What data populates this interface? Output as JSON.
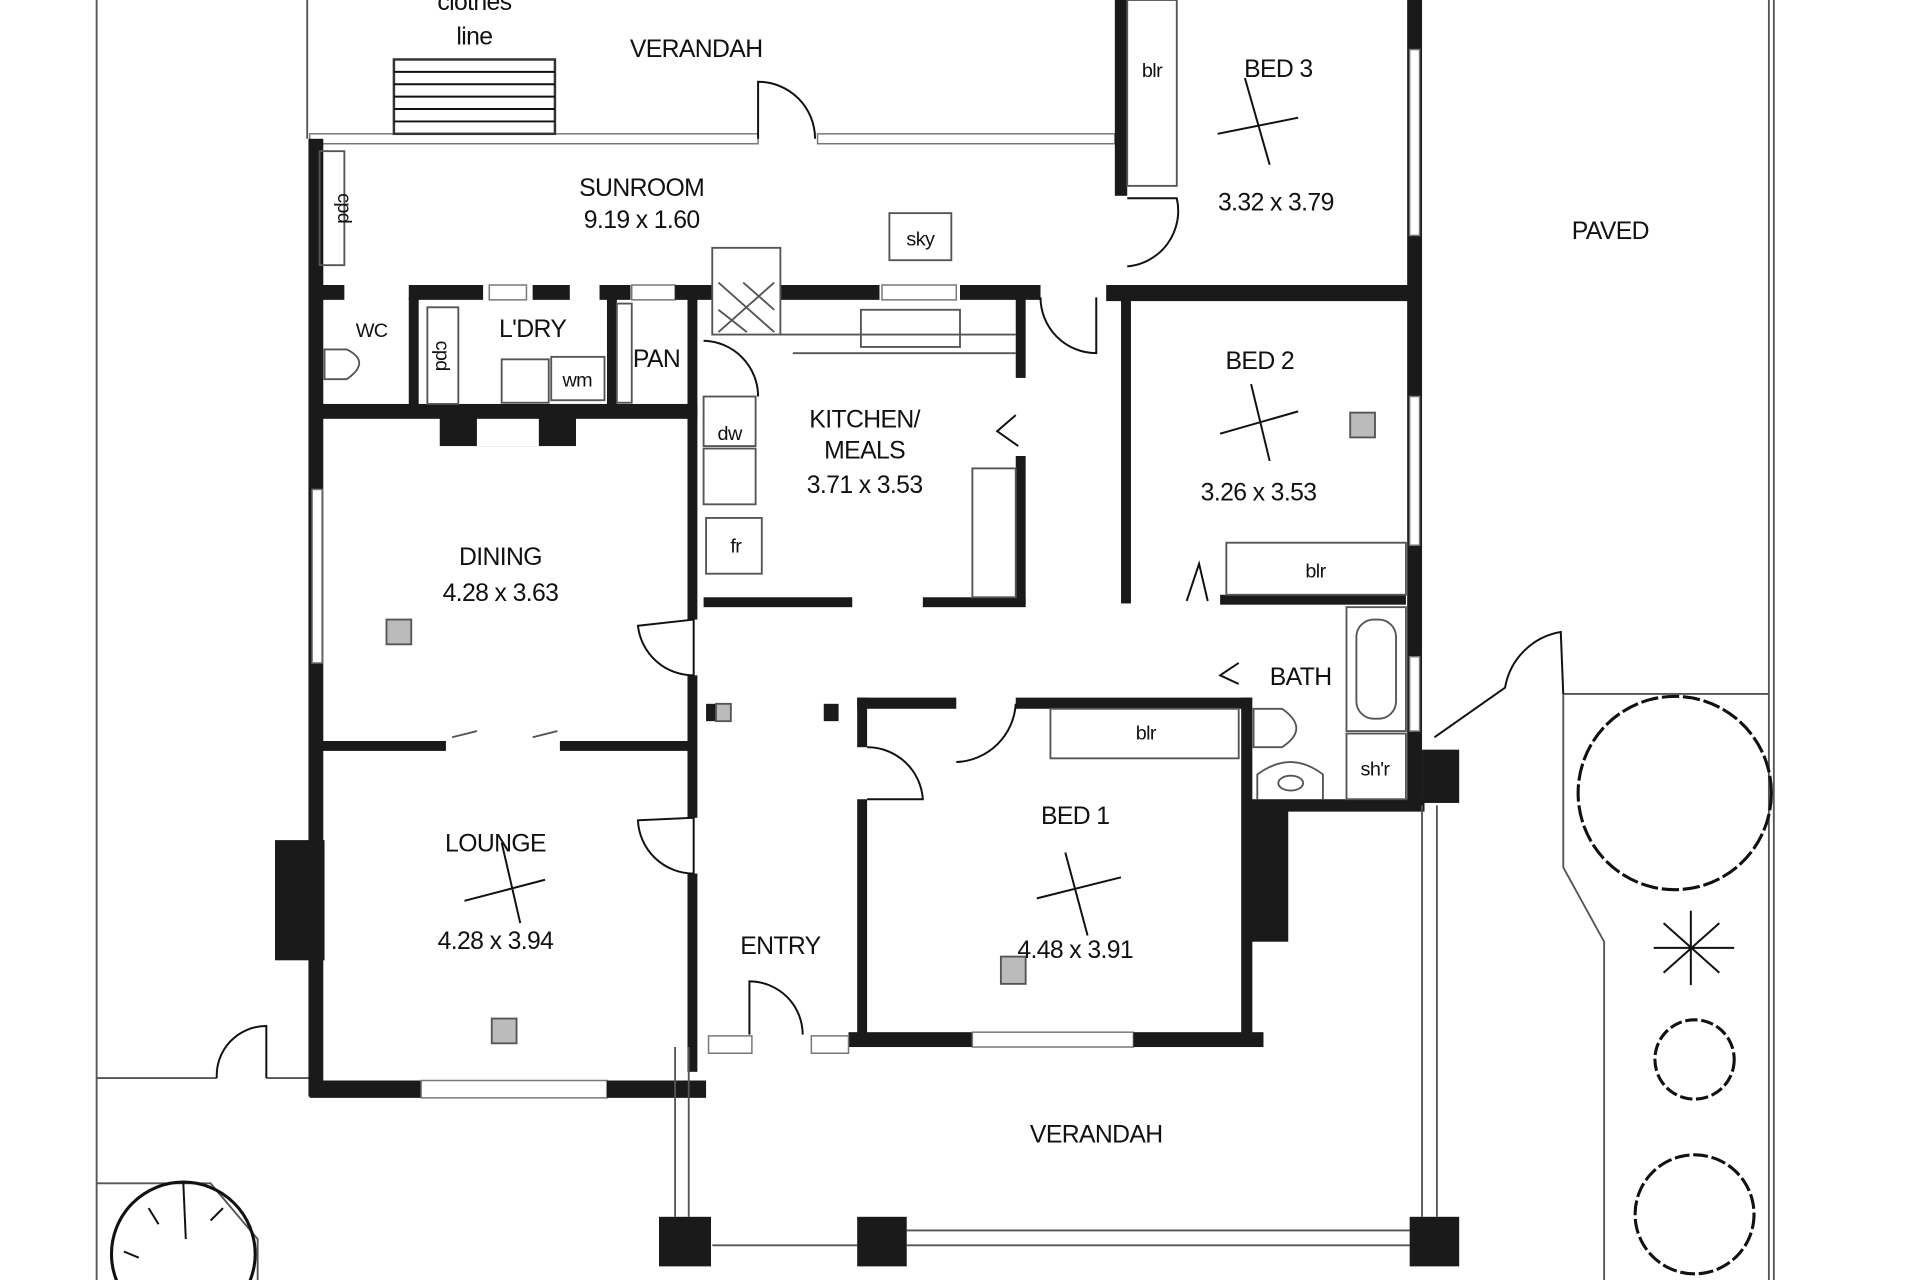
{
  "title": "Floor plan",
  "rooms": {
    "verandah_rear": {
      "name": "VERANDAH"
    },
    "clothes_line": {
      "line1": "clothes",
      "line2": "line"
    },
    "bed3": {
      "name": "BED 3",
      "size": "3.32 x 3.79",
      "robe": "blr"
    },
    "sunroom": {
      "name": "SUNROOM",
      "size": "9.19 x 1.60",
      "cupboard": "cpd",
      "skylight": "sky"
    },
    "wc": {
      "name": "WC"
    },
    "laundry": {
      "name": "L'DRY",
      "cupboard": "cpd",
      "washer": "wm"
    },
    "pantry": {
      "name": "PAN"
    },
    "kitchen": {
      "name_line1": "KITCHEN/",
      "name_line2": "MEALS",
      "size": "3.71 x 3.53",
      "dishwasher": "dw",
      "fridge": "fr"
    },
    "bed2": {
      "name": "BED 2",
      "size": "3.26 x 3.53",
      "robe": "blr"
    },
    "paved": {
      "name": "PAVED"
    },
    "dining": {
      "name": "DINING",
      "size": "4.28 x 3.63"
    },
    "bath": {
      "name": "BATH",
      "shower": "sh'r"
    },
    "lounge": {
      "name": "LOUNGE",
      "size": "4.28 x 3.94"
    },
    "entry": {
      "name": "ENTRY"
    },
    "bed1": {
      "name": "BED 1",
      "size": "4.48 x 3.91",
      "robe": "blr"
    },
    "verandah_front": {
      "name": "VERANDAH"
    }
  }
}
